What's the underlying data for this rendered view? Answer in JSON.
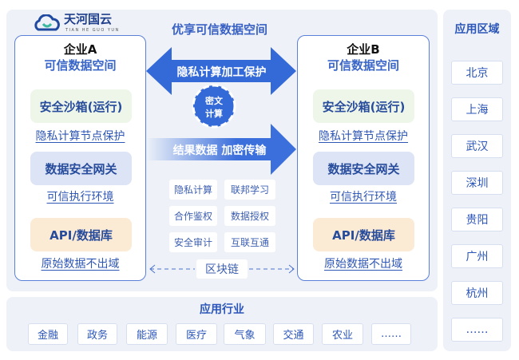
{
  "logo": {
    "name": "天河国云",
    "subtitle": "TIAN HE GUO YUN"
  },
  "title": "优享可信数据空间",
  "enterprise_a": {
    "name": "企业A",
    "subtitle": "可信数据空间",
    "sandbox": "安全沙箱(运行)",
    "sandbox_link": "隐私计算节点保护",
    "gateway": "数据安全网关",
    "gateway_link": "可信执行环境",
    "db": "API/数据库",
    "db_link": "原始数据不出域"
  },
  "enterprise_b": {
    "name": "企业B",
    "subtitle": "可信数据空间",
    "sandbox": "安全沙箱(运行)",
    "sandbox_link": "隐私计算节点保护",
    "gateway": "数据安全网关",
    "gateway_link": "可信执行环境",
    "db": "API/数据库",
    "db_link": "原始数据不出域"
  },
  "center": {
    "top_arrow": "隐私计算加工保护",
    "circle_line1": "密文",
    "circle_line2": "计算",
    "bottom_arrow": "结果数据 加密传输",
    "chips": [
      "隐私计算",
      "联邦学习",
      "合作鉴权",
      "数据授权",
      "安全审计",
      "互联互通"
    ],
    "blockchain": "区块链"
  },
  "regions": {
    "title": "应用区域",
    "items": [
      "北京",
      "上海",
      "武汉",
      "深圳",
      "贵阳",
      "广州",
      "杭州",
      "……"
    ]
  },
  "industries": {
    "title": "应用行业",
    "items": [
      "金融",
      "政务",
      "能源",
      "医疗",
      "气象",
      "交通",
      "农业",
      "……"
    ]
  }
}
